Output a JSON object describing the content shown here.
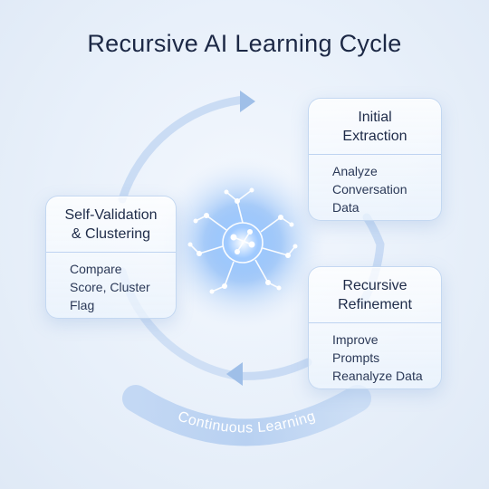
{
  "title": "Recursive AI Learning Cycle",
  "stages": {
    "initial": {
      "heading": [
        "Initial",
        "Extraction"
      ],
      "items": [
        "Analyze",
        "Conversation",
        "Data"
      ]
    },
    "recursive": {
      "heading": [
        "Recursive",
        "Refinement"
      ],
      "items": [
        "Improve",
        "Prompts",
        "Reanalyze Data"
      ]
    },
    "validation": {
      "heading": [
        "Self-Validation",
        "& Clustering"
      ],
      "items": [
        "Compare",
        "Score, Cluster",
        "Flag"
      ]
    }
  },
  "arc_label": "Continuous Learning",
  "colors": {
    "ring": "#b9d1f0",
    "arrow": "#9fbfe8",
    "glow": "#6aa8f5",
    "node": "#ffffff"
  },
  "icons": [
    "neural-network-icon",
    "arrow-right-icon",
    "arrow-left-icon"
  ]
}
